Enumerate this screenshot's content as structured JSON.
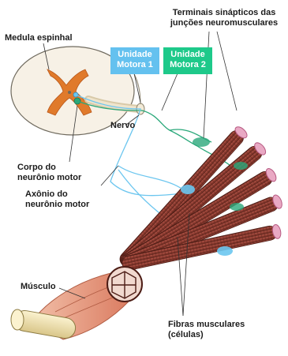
{
  "labels": {
    "spinal_cord": "Medula espinhal",
    "terminals_line1": "Terminais sinápticos das",
    "terminals_line2": "junções neuromusculares",
    "unit1_line1": "Unidade",
    "unit1_line2": "Motora 1",
    "unit2_line1": "Unidade",
    "unit2_line2": "Motora 2",
    "nerve": "Nervo",
    "cell_body_line1": "Corpo do",
    "cell_body_line2": "neurônio motor",
    "axon_line1": "Axônio do",
    "axon_line2": "neurônio motor",
    "muscle": "Músculo",
    "fibers_line1": "Fibras musculares",
    "fibers_line2": "(células)"
  },
  "colors": {
    "unit1": "#64c1ef",
    "unit2": "#1ec98a",
    "fiber": "#8a3a2f",
    "fiber_end": "#e9a9c4",
    "gray_matter": "#e07a2b",
    "muscle": "#e8a08a",
    "tendon": "#f4e6b6"
  }
}
